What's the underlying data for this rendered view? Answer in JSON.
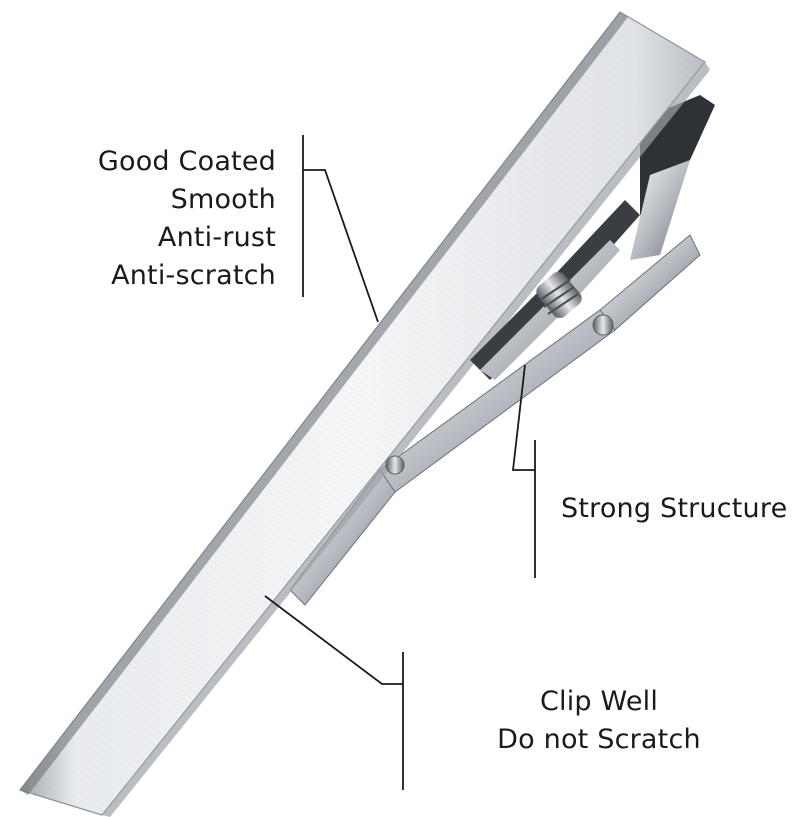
{
  "features": {
    "coated": {
      "lines": [
        "Good Coated",
        "Smooth",
        "Anti-rust",
        "Anti-scratch"
      ]
    },
    "structure": {
      "lines": [
        "Strong Structure"
      ]
    },
    "clip": {
      "lines": [
        "Clip Well",
        "Do not Scratch"
      ]
    }
  },
  "colors": {
    "text": "#1a1a1a",
    "leader_line": "#1a1a1a",
    "metal_light": "#eef0f3",
    "metal_mid": "#c9ccd1",
    "metal_dark": "#3a3d42"
  }
}
